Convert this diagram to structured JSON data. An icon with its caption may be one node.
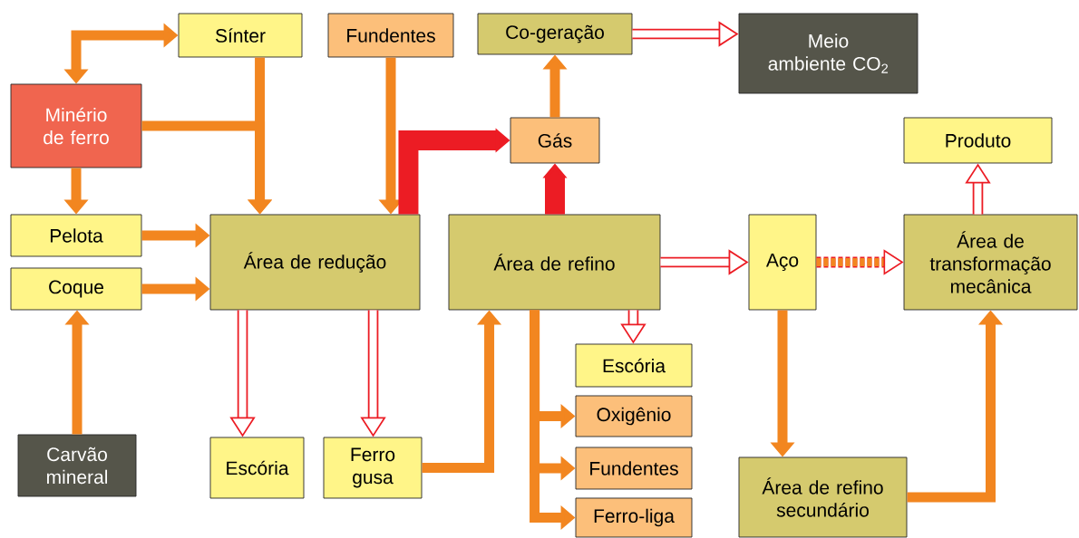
{
  "diagram": {
    "nodes": [
      {
        "text": [
          "Sínter"
        ]
      },
      {
        "text": [
          "Fundentes"
        ]
      },
      {
        "text": [
          "Co-geração"
        ]
      },
      {
        "text": [
          "Meio ambiente CO$_{2}$"
        ]
      },
      {
        "text": [
          "Minério de ferro"
        ]
      },
      {
        "text": [
          "Gás"
        ]
      },
      {
        "text": [
          "Produto"
        ]
      },
      {
        "text": [
          "Pelota"
        ]
      },
      {
        "text": [
          "Área de redução"
        ]
      },
      {
        "text": [
          "Área de refino"
        ]
      },
      {
        "text": [
          "Aço"
        ]
      },
      {
        "text": [
          "Área de transformação mecânica"
        ]
      },
      {
        "text": [
          "Coque"
        ]
      },
      {
        "text": [
          "Escória"
        ]
      },
      {
        "text": [
          "Oxigênio"
        ]
      },
      {
        "text": [
          "Carvão mineral"
        ]
      },
      {
        "text": [
          "Escória"
        ]
      },
      {
        "text": [
          "Ferro gusa"
        ]
      },
      {
        "text": [
          "Fundentes"
        ]
      },
      {
        "text": [
          "Área de refino secundário"
        ]
      },
      {
        "text": [
          "Ferro-liga"
        ]
      }
    ],
    "edges": [
      {
        "from": 4,
        "to": 0,
        "arrow": "both"
      },
      {
        "from": 0,
        "to": 8,
        "arrow": "to"
      },
      {
        "from": 4,
        "to": 8,
        "arrow": "to"
      },
      {
        "from": 4,
        "to": 7,
        "arrow": "to"
      },
      {
        "from": 1,
        "to": 8,
        "arrow": "to"
      },
      {
        "from": 7,
        "to": 8,
        "arrow": "to"
      },
      {
        "from": 12,
        "to": 8,
        "arrow": "to"
      },
      {
        "from": 15,
        "to": 12,
        "arrow": "to"
      },
      {
        "from": 8,
        "to": 5,
        "arrow": "to",
        "style": "thick",
        "color": "#ec1c24"
      },
      {
        "from": 8,
        "to": 16,
        "arrow": "to",
        "color": "#ec1c24"
      },
      {
        "from": 8,
        "to": 17,
        "arrow": "to",
        "color": "#ec1c24"
      },
      {
        "from": 17,
        "to": 9,
        "arrow": "to"
      },
      {
        "from": 9,
        "to": 5,
        "arrow": "to",
        "style": "thick",
        "color": "#ec1c24"
      },
      {
        "from": 5,
        "to": 2,
        "arrow": "to"
      },
      {
        "from": 2,
        "to": 3,
        "arrow": "to",
        "color": "#ec1c24"
      },
      {
        "from": 9,
        "to": 13,
        "arrow": "to",
        "color": "#ec1c24"
      },
      {
        "from": 9,
        "to": 14,
        "arrow": "to"
      },
      {
        "from": 9,
        "to": 18,
        "arrow": "to"
      },
      {
        "from": 9,
        "to": 20,
        "arrow": "to"
      },
      {
        "from": 9,
        "to": 10,
        "arrow": "to",
        "color": "#ec1c24"
      },
      {
        "from": 10,
        "to": 11,
        "arrow": "to",
        "style": "dashed",
        "color": "#ec1c24"
      },
      {
        "from": 10,
        "to": 19,
        "arrow": "to"
      },
      {
        "from": 19,
        "to": 11,
        "arrow": "to"
      },
      {
        "from": 11,
        "to": 6,
        "arrow": "to",
        "color": "#ec1c24"
      }
    ]
  }
}
